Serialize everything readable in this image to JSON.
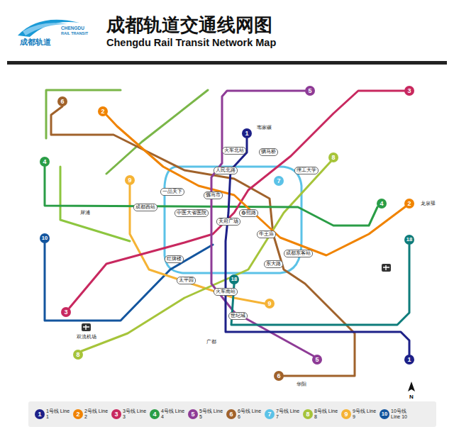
{
  "diagram": {
    "title": "成都轨道交通线网图",
    "nodes": [
      {
        "text": [
          "火车北站"
        ]
      },
      {
        "text": [
          "驷马桥"
        ]
      },
      {
        "text": [
          "人民北路"
        ]
      },
      {
        "text": [
          "一品天下"
        ]
      },
      {
        "text": [
          "中医大省医院"
        ]
      },
      {
        "text": [
          "骡马市"
        ]
      },
      {
        "text": [
          "天府广场"
        ]
      },
      {
        "text": [
          "春熙路"
        ]
      },
      {
        "text": [
          "成都西站"
        ]
      },
      {
        "text": [
          "理工大学"
        ]
      },
      {
        "text": [
          "成都东客站"
        ]
      },
      {
        "text": [
          "牛王庙"
        ]
      },
      {
        "text": [
          "东大路"
        ]
      },
      {
        "text": [
          "太平园"
        ]
      },
      {
        "text": [
          "火车南站"
        ]
      },
      {
        "text": [
          "红牌楼"
        ]
      },
      {
        "text": [
          "世纪城"
        ]
      }
    ],
    "labels": [
      "成都轨道",
      "CHENGDU",
      "RAIL TRANSIT",
      "Chengdu Rail Transit Network Map",
      "1",
      "1",
      "2",
      "2",
      "3",
      "3",
      "4",
      "4",
      "5",
      "5",
      "6",
      "6",
      "7",
      "8",
      "8",
      "9",
      "9",
      "10",
      "18",
      "18",
      "N",
      "1",
      "2",
      "3",
      "4",
      "5",
      "6",
      "7",
      "8",
      "9",
      "10",
      "龙泉驿",
      "华阳",
      "双流机场",
      "韦家碾",
      "犀浦",
      "广都"
    ],
    "legend": [
      {
        "text": "1号线 Line 1",
        "color": "#1d2088"
      },
      {
        "text": "2号线 Line 2",
        "color": "#f08300"
      },
      {
        "text": "3号线 Line 3",
        "color": "#c8285f"
      },
      {
        "text": "4号线 Line 4",
        "color": "#2a9d46"
      },
      {
        "text": "5号线 Line 5",
        "color": "#8e3b96"
      },
      {
        "text": "6号线 Line 6",
        "color": "#a0622b"
      },
      {
        "text": "7号线 Line 7",
        "color": "#5bc2e7"
      },
      {
        "text": "8号线 Line 8",
        "color": "#a6c43a"
      },
      {
        "text": "9号线 Line 9",
        "color": "#f5b335"
      },
      {
        "text": "10号线 Line 10",
        "color": "#13559e"
      }
    ]
  }
}
